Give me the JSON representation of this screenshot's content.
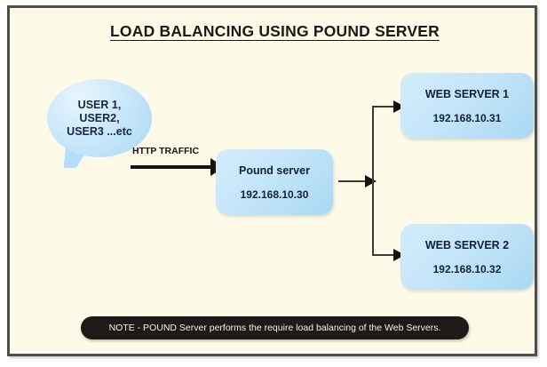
{
  "diagram": {
    "title": "LOAD BALANCING USING POUND SERVER",
    "background_color": "#fdfbe7",
    "border_color": "#4f4f49",
    "node_color": "#c6e6fa",
    "arrow_color": "#14130f",
    "note_bar_color": "#1d1a18"
  },
  "users": {
    "name": "users-cloud",
    "line1": "USER 1,",
    "line2": "USER2,",
    "line3": "USER3 ...etc"
  },
  "connectors": {
    "http_traffic_label": "HTTP TRAFFIC"
  },
  "nodes": [
    {
      "id": "pound-server",
      "title": "Pound server",
      "ip": "192.168.10.30"
    },
    {
      "id": "web-server-1",
      "title": "WEB SERVER 1",
      "ip": "192.168.10.31"
    },
    {
      "id": "web-server-2",
      "title": "WEB SERVER 2",
      "ip": "192.168.10.32"
    }
  ],
  "note": {
    "text": "NOTE - POUND Server performs the require load balancing of the Web Servers."
  }
}
